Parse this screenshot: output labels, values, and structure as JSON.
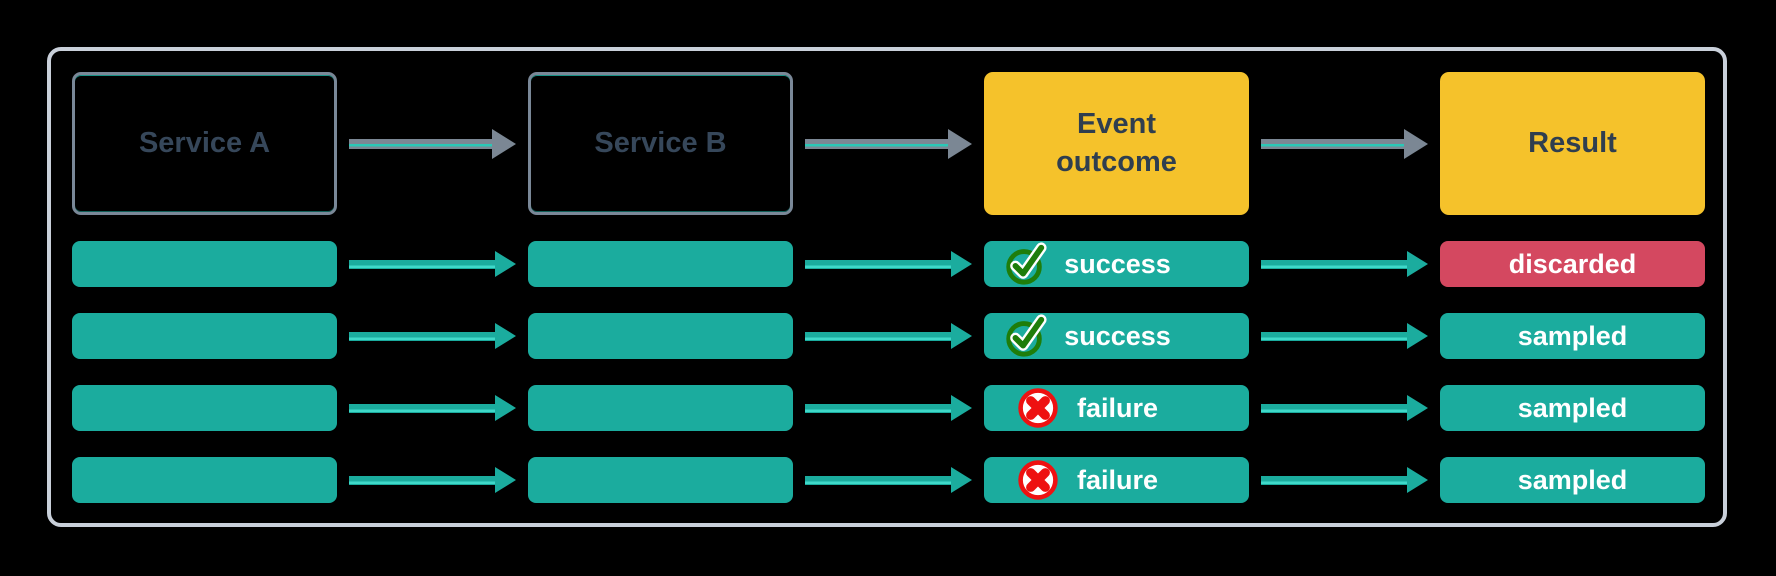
{
  "frame": {
    "background": "#000000",
    "border_color": "#C9D0DA"
  },
  "colors": {
    "teal_bar": "#1BAC9E",
    "teal_arrow_highlight": "#3FD9C9",
    "header_highlight_yellow": "#F5C22B",
    "discarded_red": "#D44860",
    "header_arrow_gray": "#7B8794",
    "service_box_border": "#7A8898",
    "service_text": "#36475A",
    "highlight_text": "#2F3E4F",
    "success_icon_green": "#1E7D0A",
    "failure_icon_red": "#EE1111",
    "badge_text": "#FFFFFF"
  },
  "header": {
    "service_a_label": "Service A",
    "service_b_label": "Service B",
    "event_outcome_label": "Event\noutcome",
    "result_label": "Result"
  },
  "rows": [
    {
      "outcome": "success",
      "outcome_icon": "check-circle-icon",
      "result": "discarded"
    },
    {
      "outcome": "success",
      "outcome_icon": "check-circle-icon",
      "result": "sampled"
    },
    {
      "outcome": "failure",
      "outcome_icon": "x-circle-icon",
      "result": "sampled"
    },
    {
      "outcome": "failure",
      "outcome_icon": "x-circle-icon",
      "result": "sampled"
    }
  ]
}
